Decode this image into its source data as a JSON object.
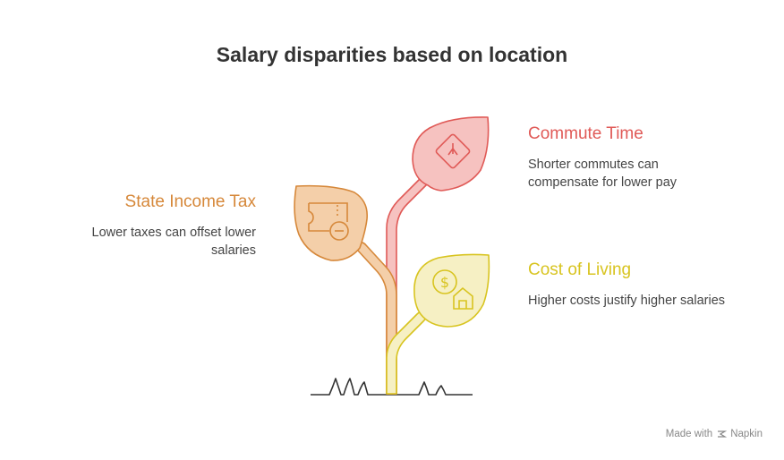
{
  "title": "Salary disparities based on location",
  "items": [
    {
      "label": "Commute Time",
      "description": "Shorter commutes can compensate for lower pay",
      "color": "#e05a57",
      "icon": "compass-diamond-icon"
    },
    {
      "label": "State Income Tax",
      "description": "Lower taxes can offset lower salaries",
      "color": "#d6883a",
      "icon": "ticket-minus-icon"
    },
    {
      "label": "Cost of Living",
      "description": "Higher costs justify higher salaries",
      "color": "#d8c420",
      "icon": "dollar-house-icon"
    }
  ],
  "credit": {
    "prefix": "Made with",
    "brand": "Napkin"
  }
}
